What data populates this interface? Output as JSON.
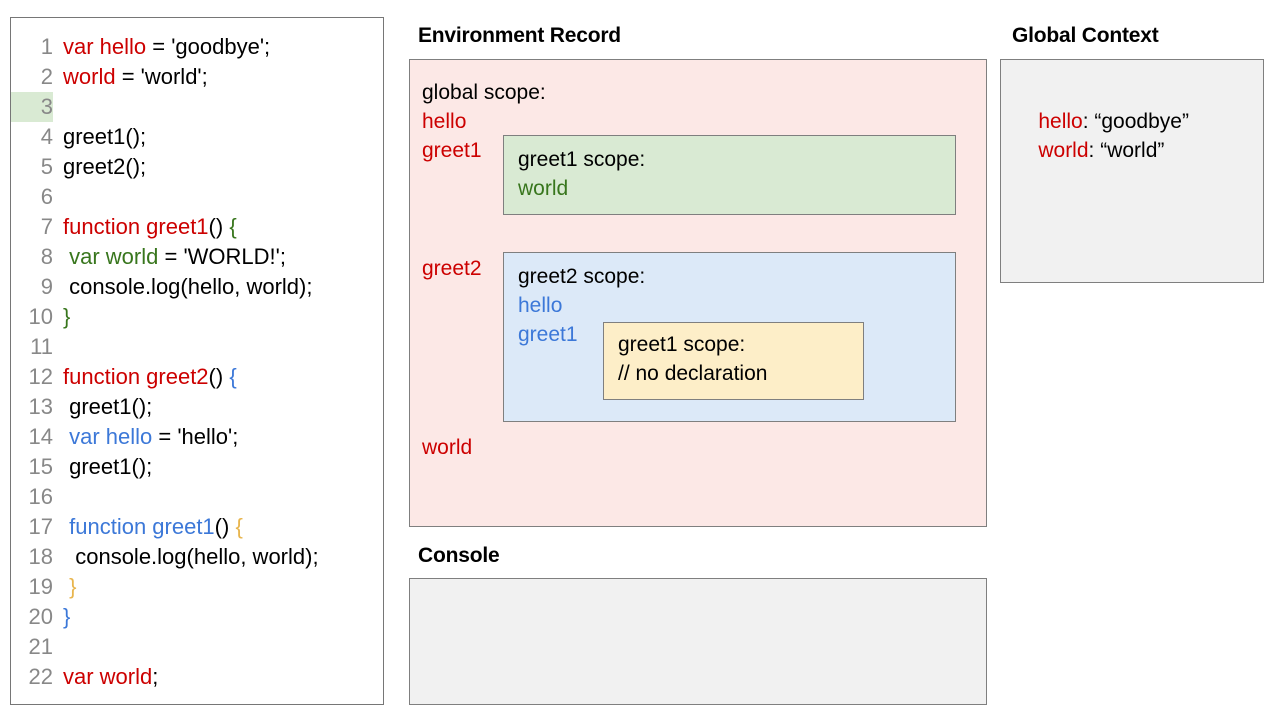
{
  "code_panel": {
    "highlighted_line": 3,
    "lines": [
      {
        "num": "1",
        "tokens": [
          {
            "t": "var hello",
            "c": "red"
          },
          {
            "t": " = 'goodbye';",
            "c": "black"
          }
        ]
      },
      {
        "num": "2",
        "tokens": [
          {
            "t": "world",
            "c": "red"
          },
          {
            "t": " = 'world';",
            "c": "black"
          }
        ]
      },
      {
        "num": "3",
        "tokens": [
          {
            "t": "",
            "c": "black"
          }
        ]
      },
      {
        "num": "4",
        "tokens": [
          {
            "t": "greet1();",
            "c": "black"
          }
        ]
      },
      {
        "num": "5",
        "tokens": [
          {
            "t": "greet2();",
            "c": "black"
          }
        ]
      },
      {
        "num": "6",
        "tokens": [
          {
            "t": "",
            "c": "black"
          }
        ]
      },
      {
        "num": "7",
        "tokens": [
          {
            "t": "function greet1",
            "c": "red"
          },
          {
            "t": "() ",
            "c": "black"
          },
          {
            "t": "{",
            "c": "green"
          }
        ]
      },
      {
        "num": "8",
        "tokens": [
          {
            "t": " ",
            "c": "black"
          },
          {
            "t": "var world",
            "c": "green"
          },
          {
            "t": " = 'WORLD!';",
            "c": "black"
          }
        ]
      },
      {
        "num": "9",
        "tokens": [
          {
            "t": " console.log(hello, world);",
            "c": "black"
          }
        ]
      },
      {
        "num": "10",
        "tokens": [
          {
            "t": "}",
            "c": "green"
          }
        ]
      },
      {
        "num": "11",
        "tokens": [
          {
            "t": "",
            "c": "black"
          }
        ]
      },
      {
        "num": "12",
        "tokens": [
          {
            "t": "function greet2",
            "c": "red"
          },
          {
            "t": "() ",
            "c": "black"
          },
          {
            "t": "{",
            "c": "blue"
          }
        ]
      },
      {
        "num": "13",
        "tokens": [
          {
            "t": " greet1();",
            "c": "black"
          }
        ]
      },
      {
        "num": "14",
        "tokens": [
          {
            "t": " ",
            "c": "black"
          },
          {
            "t": "var hello",
            "c": "blue"
          },
          {
            "t": " = 'hello';",
            "c": "black"
          }
        ]
      },
      {
        "num": "15",
        "tokens": [
          {
            "t": " greet1();",
            "c": "black"
          }
        ]
      },
      {
        "num": "16",
        "tokens": [
          {
            "t": "",
            "c": "black"
          }
        ]
      },
      {
        "num": "17",
        "tokens": [
          {
            "t": " ",
            "c": "black"
          },
          {
            "t": "function greet1",
            "c": "blue"
          },
          {
            "t": "() ",
            "c": "black"
          },
          {
            "t": "{",
            "c": "orange"
          }
        ]
      },
      {
        "num": "18",
        "tokens": [
          {
            "t": "  console.log(hello, world);",
            "c": "black"
          }
        ]
      },
      {
        "num": "19",
        "tokens": [
          {
            "t": " ",
            "c": "black"
          },
          {
            "t": "}",
            "c": "orange"
          }
        ]
      },
      {
        "num": "20",
        "tokens": [
          {
            "t": "}",
            "c": "blue"
          }
        ]
      },
      {
        "num": "21",
        "tokens": [
          {
            "t": "",
            "c": "black"
          }
        ]
      },
      {
        "num": "22",
        "tokens": [
          {
            "t": "var world",
            "c": "red"
          },
          {
            "t": ";",
            "c": "black"
          }
        ]
      }
    ]
  },
  "environment_record": {
    "title": "Environment Record",
    "global_scope_label": "global scope:",
    "global_vars": [
      "hello",
      "greet1",
      "greet2",
      "world"
    ],
    "greet1_scope": {
      "heading": "greet1 scope:",
      "items": [
        "world"
      ]
    },
    "greet2_scope": {
      "heading": "greet2 scope:",
      "items": [
        "hello",
        "greet1"
      ],
      "nested_greet1_scope": {
        "heading": "greet1 scope:",
        "items": [
          "// no declaration"
        ]
      }
    }
  },
  "console": {
    "title": "Console",
    "output": ""
  },
  "global_context": {
    "title": "Global Context",
    "entries": [
      {
        "key": "hello",
        "value": ": “goodbye”"
      },
      {
        "key": "world",
        "value": ": “world”"
      }
    ]
  },
  "colors": {
    "red": "#cc0000",
    "green": "#38761d",
    "blue": "#3c78d8",
    "orange": "#e8b54d",
    "pink_fill": "#fce8e6",
    "green_fill": "#d9ead3",
    "blue_fill": "#dce9f8",
    "yellow_fill": "#fdeec8",
    "gray_fill": "#f1f1f1",
    "border": "#7f7f7f",
    "line_number": "#888888"
  }
}
